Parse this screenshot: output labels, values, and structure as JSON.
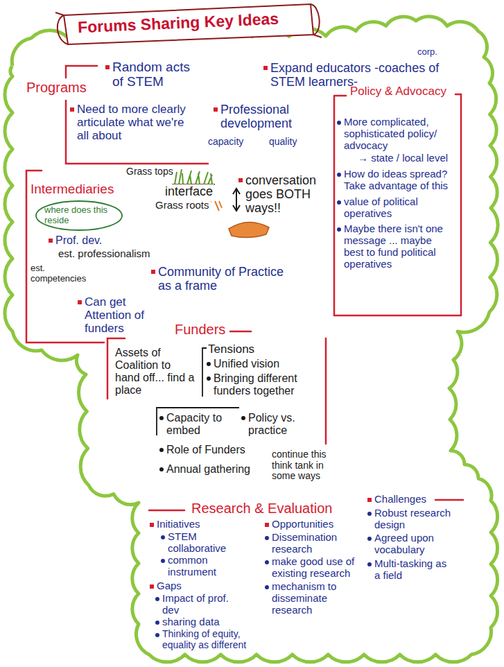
{
  "diagram": {
    "title": "Forums Sharing Key Ideas",
    "nodes": [
      {
        "text": [
          "Programs",
          "Random acts of STEM",
          "Expand educators -coaches of STEM learners-",
          "corp.",
          "Need to more clearly articulate what we're all about",
          "Professional development",
          "capacity",
          "quality"
        ]
      },
      {
        "text": [
          "Policy & Advocacy",
          "More complicated, sophisticated policy/ advocacy",
          "→ state / local level",
          "How do ideas spread? Take advantage of this",
          "value of political operatives",
          "Maybe there isn't one message ... maybe best to fund political operatives"
        ]
      },
      {
        "text": [
          "Intermediaries",
          "Grass tops",
          "interface",
          "Grass roots",
          "conversation goes BOTH ways!!",
          "Prof. dev.",
          "est. professionalism",
          "est. competencies",
          "Community of Practice as a frame",
          "Can get Attention of funders"
        ]
      },
      {
        "text": [
          "where does this reside"
        ],
        "in": 2
      },
      {
        "text": [
          "Funders",
          "Assets of Coalition to hand off... find a place",
          "Tensions",
          "Unified vision",
          "Bringing different funders together",
          "Capacity to embed",
          "Policy vs. practice",
          "Role of Funders",
          "Annual gathering",
          "continue this think tank in some ways"
        ]
      },
      {
        "text": [
          "Research & Evaluation",
          "Initiatives",
          "STEM collaborative",
          "common instrument",
          "Gaps",
          "Impact of prof. dev",
          "sharing data",
          "Thinking of equity, equality as different",
          "Opportunities",
          "Dissemination research",
          "make good use of existing research",
          "mechanism to disseminate research",
          "Challenges",
          "Robust research design",
          "Agreed upon vocabulary",
          "Multi-tasking as a field"
        ]
      }
    ]
  }
}
